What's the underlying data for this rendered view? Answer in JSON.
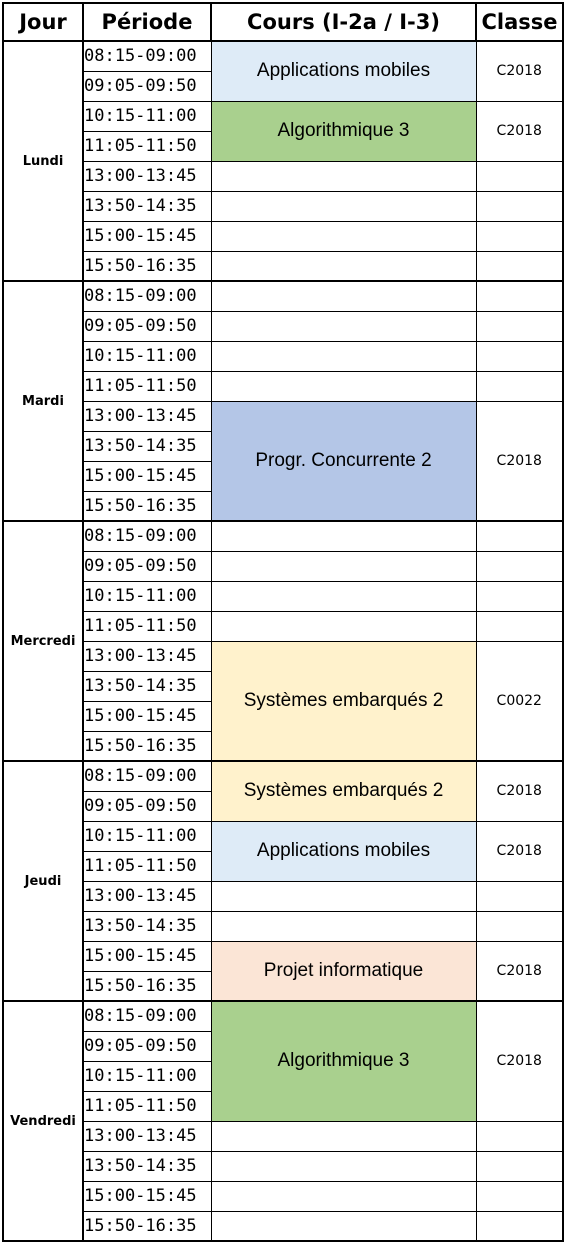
{
  "headers": {
    "day": "Jour",
    "period": "Période",
    "course": "Cours (I-2a / I-3)",
    "room": "Classe"
  },
  "colors": {
    "light_blue": "#deebf7",
    "green": "#a9d08e",
    "blue": "#b4c6e7",
    "yellow": "#fff2cc",
    "pink": "#fbe5d6"
  },
  "days": [
    {
      "name": "Lundi",
      "periods": [
        "08:15-09:00",
        "09:05-09:50",
        "10:15-11:00",
        "11:05-11:50",
        "13:00-13:45",
        "13:50-14:35",
        "15:00-15:45",
        "15:50-16:35"
      ],
      "blocks": [
        {
          "start": 0,
          "span": 2,
          "course": "Applications mobiles",
          "room": "C2018",
          "color": "#deebf7"
        },
        {
          "start": 2,
          "span": 2,
          "course": "Algorithmique 3",
          "room": "C2018",
          "color": "#a9d08e"
        }
      ]
    },
    {
      "name": "Mardi",
      "periods": [
        "08:15-09:00",
        "09:05-09:50",
        "10:15-11:00",
        "11:05-11:50",
        "13:00-13:45",
        "13:50-14:35",
        "15:00-15:45",
        "15:50-16:35"
      ],
      "blocks": [
        {
          "start": 4,
          "span": 4,
          "course": "Progr. Concurrente 2",
          "room": "C2018",
          "color": "#b4c6e7"
        }
      ]
    },
    {
      "name": "Mercredi",
      "periods": [
        "08:15-09:00",
        "09:05-09:50",
        "10:15-11:00",
        "11:05-11:50",
        "13:00-13:45",
        "13:50-14:35",
        "15:00-15:45",
        "15:50-16:35"
      ],
      "blocks": [
        {
          "start": 4,
          "span": 4,
          "course": "Systèmes embarqués 2",
          "room": "C0022",
          "color": "#fff2cc"
        }
      ]
    },
    {
      "name": "Jeudi",
      "periods": [
        "08:15-09:00",
        "09:05-09:50",
        "10:15-11:00",
        "11:05-11:50",
        "13:00-13:45",
        "13:50-14:35",
        "15:00-15:45",
        "15:50-16:35"
      ],
      "blocks": [
        {
          "start": 0,
          "span": 2,
          "course": "Systèmes embarqués 2",
          "room": "C2018",
          "color": "#fff2cc"
        },
        {
          "start": 2,
          "span": 2,
          "course": "Applications mobiles",
          "room": "C2018",
          "color": "#deebf7"
        },
        {
          "start": 6,
          "span": 2,
          "course": "Projet informatique",
          "room": "C2018",
          "color": "#fbe5d6"
        }
      ]
    },
    {
      "name": "Vendredi",
      "periods": [
        "08:15-09:00",
        "09:05-09:50",
        "10:15-11:00",
        "11:05-11:50",
        "13:00-13:45",
        "13:50-14:35",
        "15:00-15:45",
        "15:50-16:35"
      ],
      "blocks": [
        {
          "start": 0,
          "span": 4,
          "course": "Algorithmique 3",
          "room": "C2018",
          "color": "#a9d08e"
        }
      ]
    }
  ]
}
